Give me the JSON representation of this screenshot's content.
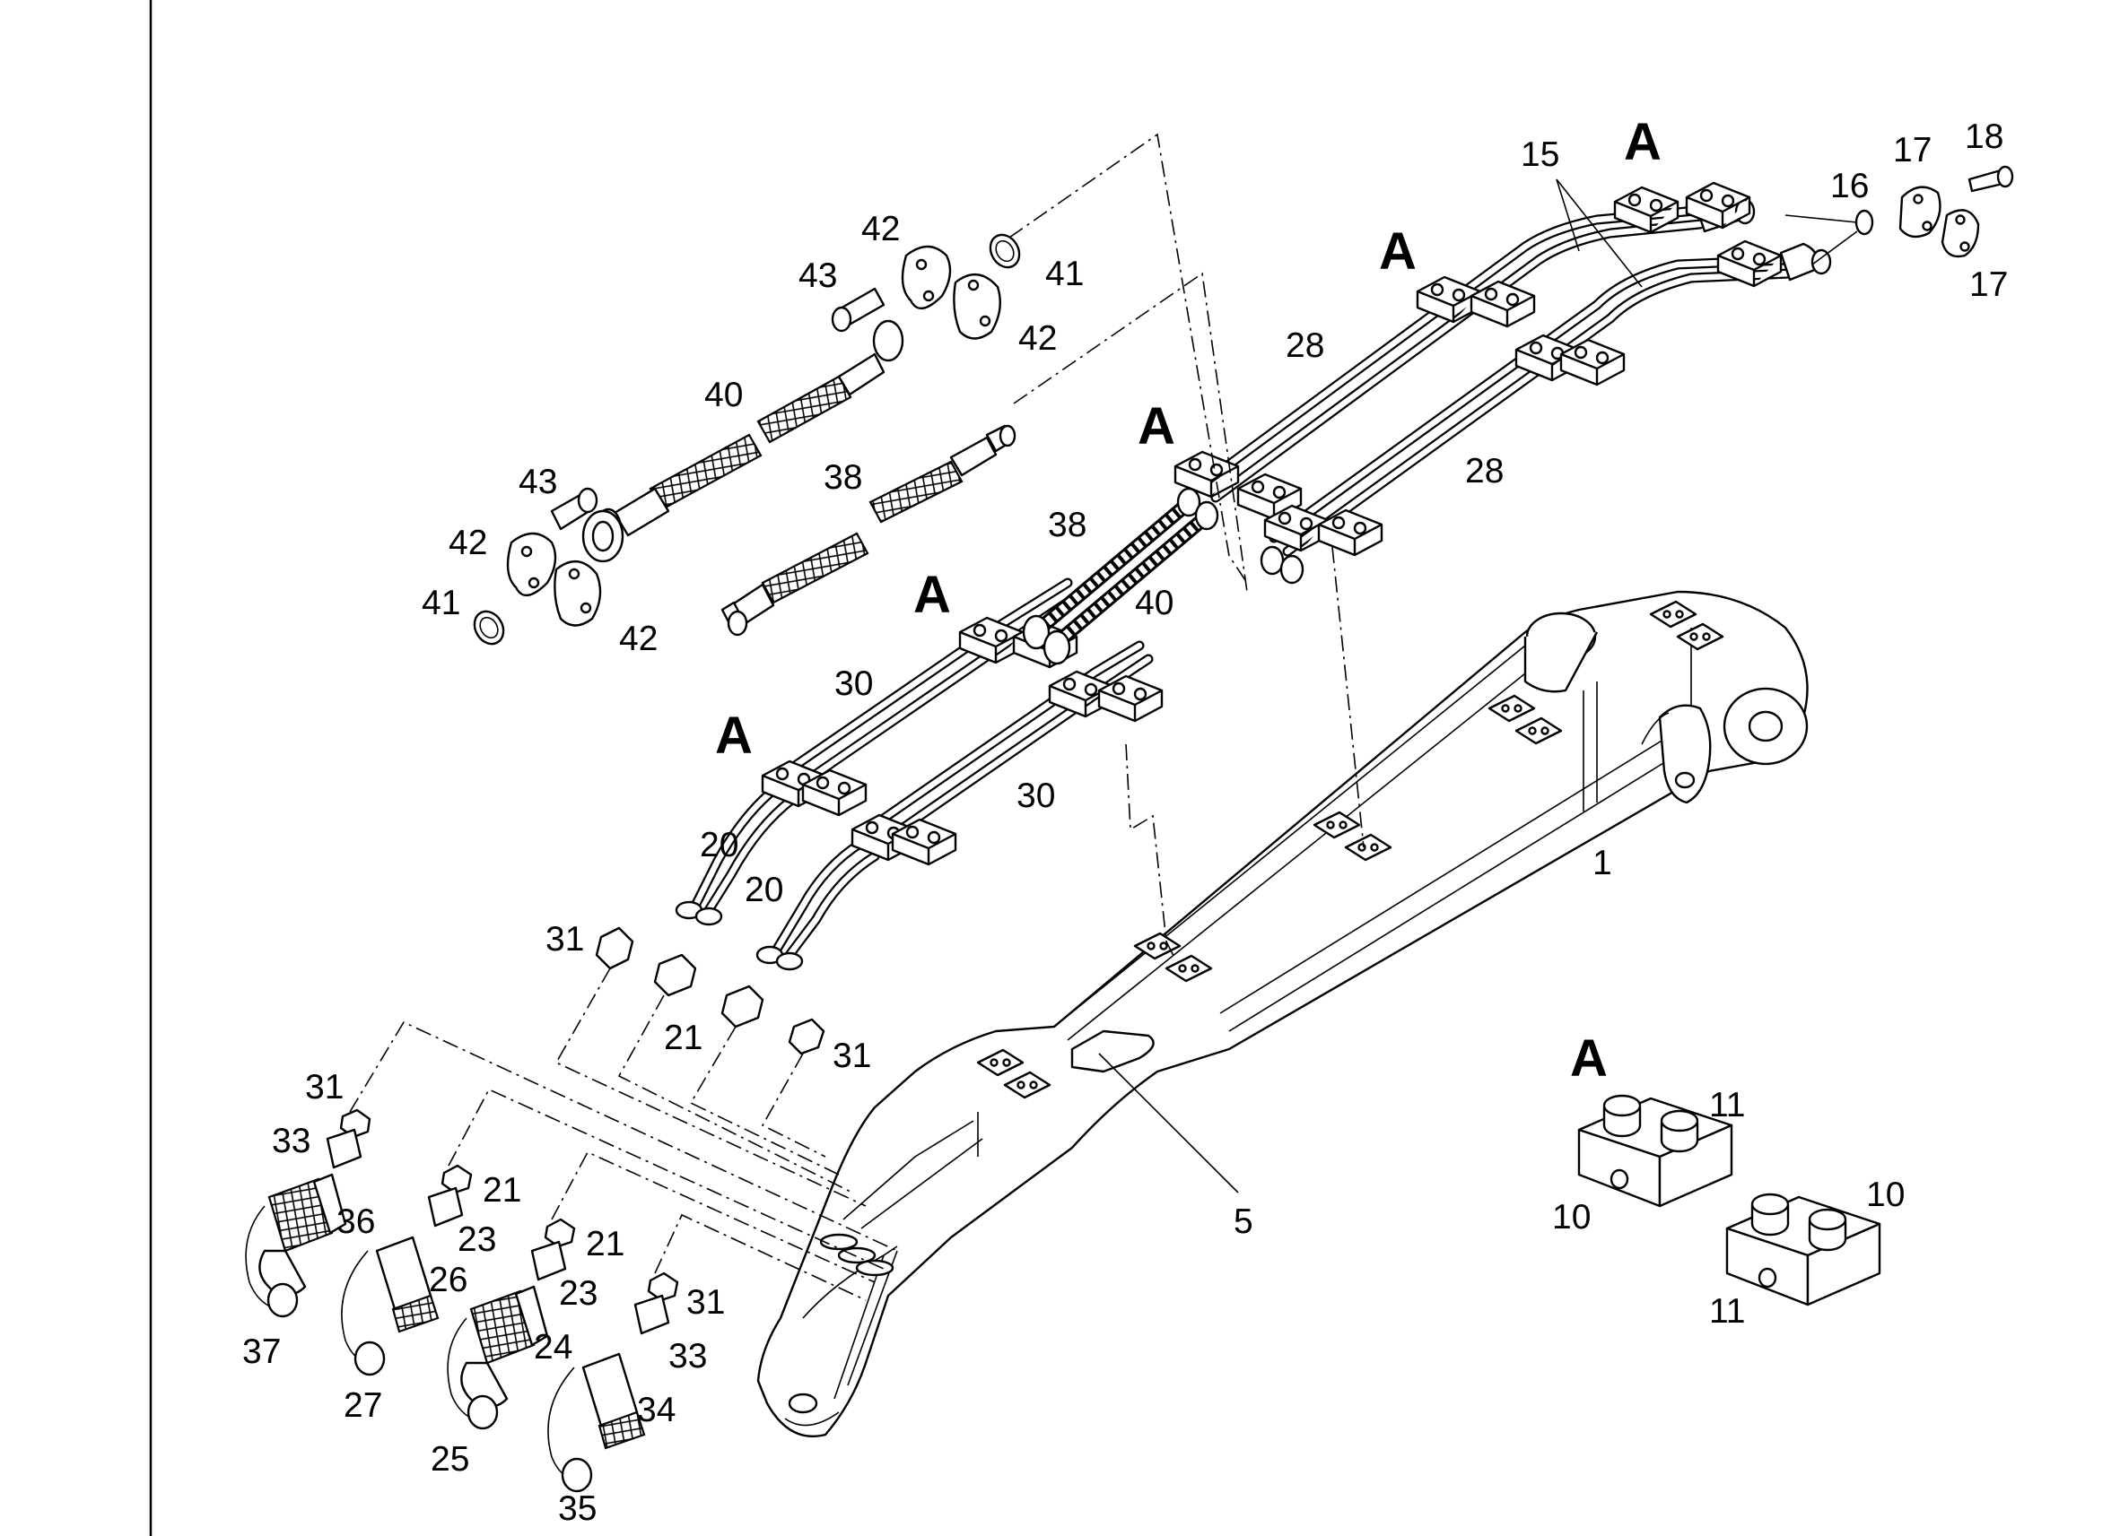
{
  "labels": {
    "l1": "1",
    "l5": "5",
    "l10a": "10",
    "l10b": "10",
    "l11a": "11",
    "l11b": "11",
    "l15": "15",
    "l16": "16",
    "l17a": "17",
    "l17b": "17",
    "l18": "18",
    "l20a": "20",
    "l20b": "20",
    "l21a": "21",
    "l21b": "21",
    "l21c": "21",
    "l23a": "23",
    "l23b": "23",
    "l24": "24",
    "l25": "25",
    "l26": "26",
    "l27": "27",
    "l28a": "28",
    "l28b": "28",
    "l30a": "30",
    "l30b": "30",
    "l31a": "31",
    "l31b": "31",
    "l31c": "31",
    "l31d": "31",
    "l33a": "33",
    "l33b": "33",
    "l34": "34",
    "l35": "35",
    "l36": "36",
    "l37": "37",
    "l38a": "38",
    "l38b": "38",
    "l40a": "40",
    "l40b": "40",
    "l41a": "41",
    "l41b": "41",
    "l42a": "42",
    "l42b": "42",
    "l42c": "42",
    "l42d": "42",
    "l43a": "43",
    "l43b": "43",
    "A1": "A",
    "A2": "A",
    "A3": "A",
    "A4": "A",
    "A5": "A",
    "Adetail": "A"
  }
}
